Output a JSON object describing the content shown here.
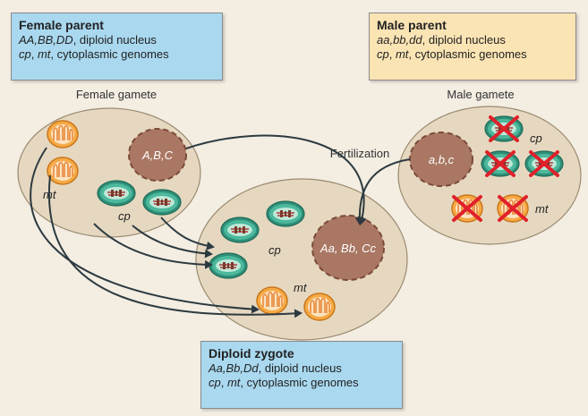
{
  "female_parent": {
    "title": "Female parent",
    "nucleus_genotype": "AA,BB,DD",
    "nucleus_text": ", diploid nucleus",
    "cp": "cp",
    "mt": "mt",
    "cyto_text": ", cytoplasmic genomes"
  },
  "male_parent": {
    "title": "Male parent",
    "nucleus_genotype": "aa,bb,dd",
    "nucleus_text": ", diploid nucleus",
    "cp": "cp",
    "mt": "mt",
    "cyto_text": ", cytoplasmic genomes"
  },
  "zygote": {
    "title": "Diploid zygote",
    "nucleus_genotype": "Aa,Bb,Dd",
    "nucleus_text": ", diploid nucleus",
    "cp": "cp",
    "mt": "mt",
    "cyto_text": ", cytoplasmic genomes"
  },
  "labels": {
    "female_gamete": "Female gamete",
    "male_gamete": "Male gamete",
    "fertilization": "Fertilization",
    "female_nucleus": "A,B,C",
    "male_nucleus": "a,b,c",
    "zygote_nucleus": "Aa, Bb, Cc",
    "female_mt": "mt",
    "female_cp": "cp",
    "zygote_cp": "cp",
    "zygote_mt": "mt",
    "male_cp": "cp",
    "male_mt": "mt"
  },
  "colors": {
    "cell_fill": "#e6d8c0",
    "cell_stroke": "#9a8a70",
    "nucleus_fill": "#a97763",
    "chloroplast_fill": "#3fa38c",
    "mito_fill": "#f6a944",
    "cross": "#e0202a",
    "arrow": "#2c3a40",
    "female_box": "#a9d8ef",
    "male_box": "#fbe4b4"
  }
}
